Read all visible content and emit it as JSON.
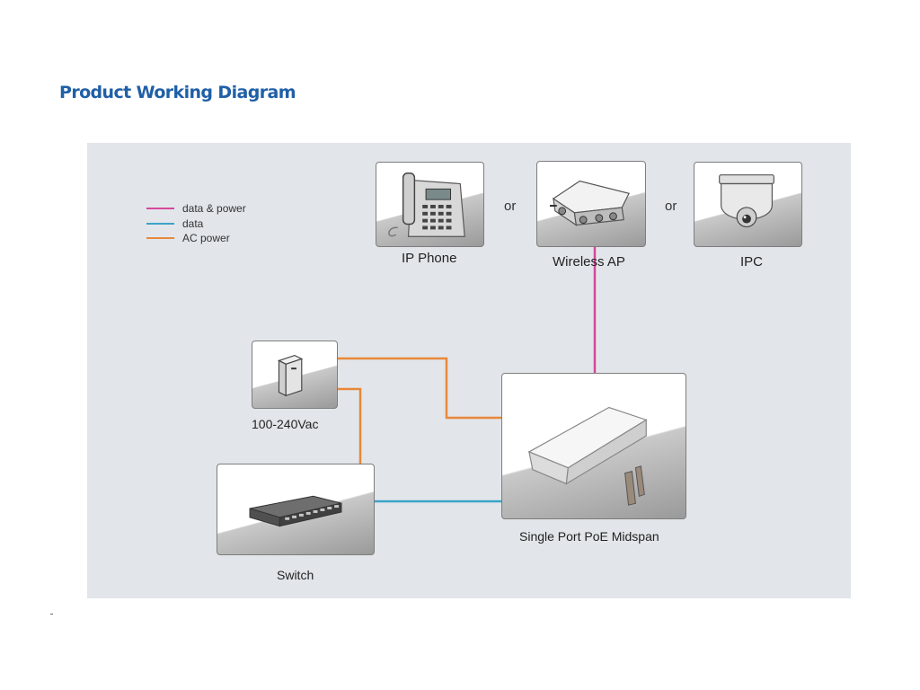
{
  "title": "Product Working Diagram",
  "legend": [
    {
      "label": "data & power",
      "color": "#d6489c"
    },
    {
      "label": "data",
      "color": "#3aa3c9"
    },
    {
      "label": "AC power",
      "color": "#e8883a"
    }
  ],
  "connectors": {
    "or_1": "or",
    "or_2": "or"
  },
  "devices": {
    "ip_phone": "IP Phone",
    "wireless_ap": "Wireless AP",
    "ipc": "IPC",
    "ups": "100-240Vac",
    "midspan": "Single Port PoE Midspan",
    "switch": "Switch"
  },
  "colors": {
    "title": "#1f5fa6",
    "background": "#e2e6ea",
    "data_power": "#d6489c",
    "data": "#3aa3c9",
    "ac_power": "#e8883a"
  }
}
